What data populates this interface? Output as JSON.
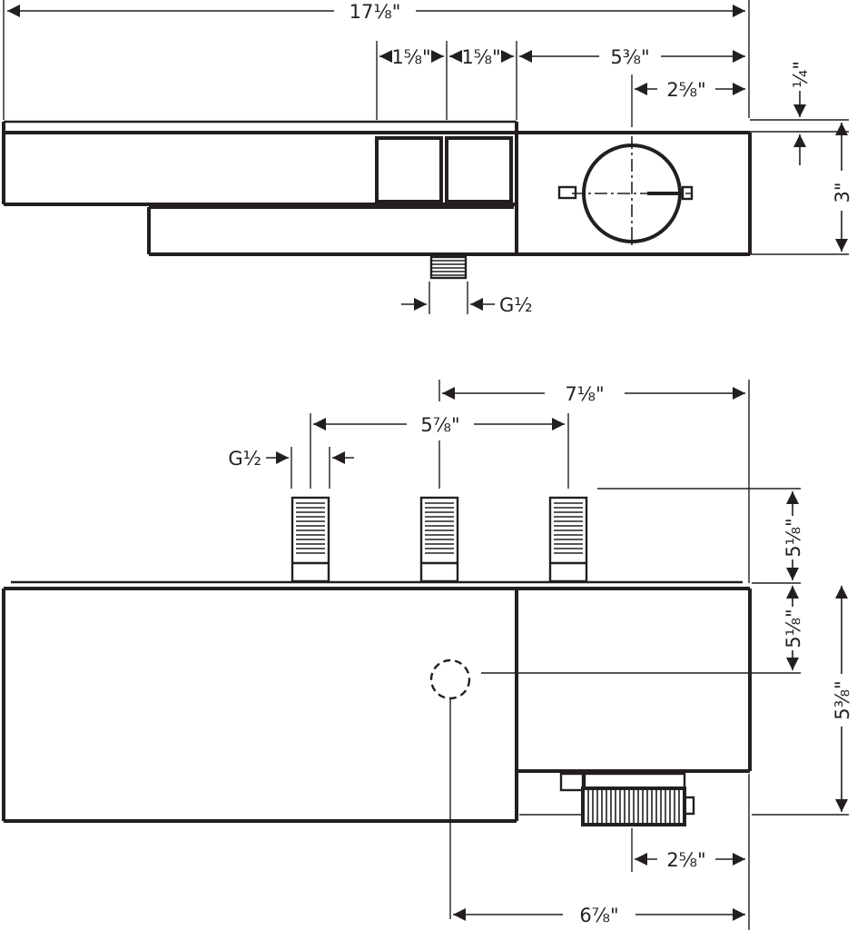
{
  "colors": {
    "ink": "#231f20",
    "paper": "#ffffff"
  },
  "top_view": {
    "overall_width": "17⅛\"",
    "segment_a": "1⅝\"",
    "segment_b": "1⅝\"",
    "control_width": "5⅜\"",
    "dial_offset": "2⅝\"",
    "top_step": "¼\"",
    "depth": "3\"",
    "outlet_thread": "G½"
  },
  "front_view": {
    "connection_span": "7⅛\"",
    "inlet_spacing": "5⅞\"",
    "inlet_thread": "G½",
    "inlet_height": "5⅛\"",
    "outlet_height": "5⅛\"",
    "body_height": "5⅜\"",
    "dial_offset": "2⅝\"",
    "outlet_offset": "6⅞\""
  }
}
